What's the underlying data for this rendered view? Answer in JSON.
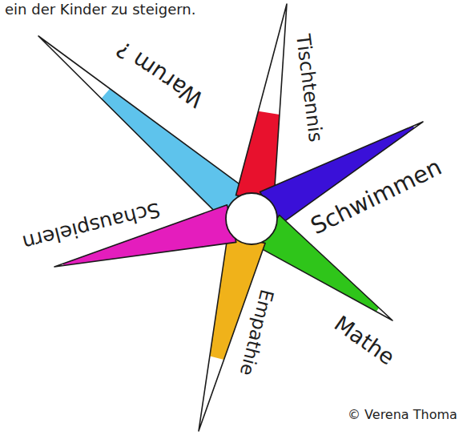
{
  "diagram": {
    "labels": [
      "ein der Kinder zu steigern.",
      "Warum ?",
      "Tischtennis",
      "Schwimmen",
      "Mathe",
      "Empathie",
      "Schauspielern",
      "© Verena Thoma"
    ]
  }
}
